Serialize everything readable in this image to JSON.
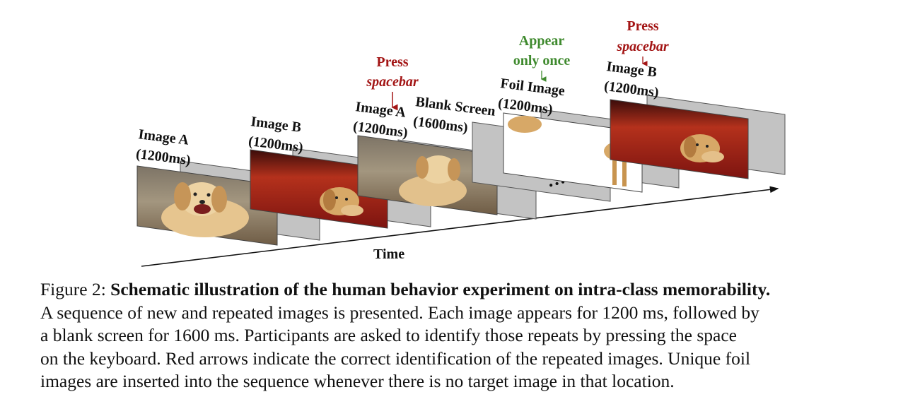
{
  "figure": {
    "colors": {
      "screen_gray": "#c3c3c3",
      "press_red": "#a31515",
      "appear_green": "#3f8a2e",
      "dog_fur": "#d8b27a",
      "red_background": "#8a1b14"
    },
    "labels": {
      "image_a_1": {
        "line1": "Image A",
        "line2": "(1200ms)"
      },
      "image_b_1": {
        "line1": "Image B",
        "line2": "(1200ms)"
      },
      "image_a_2": {
        "line1": "Image A",
        "line2": "(1200ms)"
      },
      "blank_screen": {
        "line1": "Blank Screen",
        "line2": "(1600ms)"
      },
      "foil_image": {
        "line1": "Foil Image",
        "line2": "(1200ms)"
      },
      "image_b_2": {
        "line1": "Image B",
        "line2": "(1200ms)"
      }
    },
    "press_spacebar_1": {
      "line1": "Press",
      "line2": "spacebar"
    },
    "appear_only_once": {
      "line1": "Appear",
      "line2": "only once"
    },
    "press_spacebar_2": {
      "line1": "Press",
      "line2": "spacebar"
    },
    "ellipsis": "…",
    "time_label": "Time"
  },
  "caption": {
    "figure_label": "Figure 2: ",
    "title": "Schematic illustration of the human behavior experiment on intra-class memorability.",
    "lines": [
      "A sequence of new and repeated images is presented. Each image appears for 1200 ms, followed by",
      "a blank screen for 1600 ms. Participants are asked to identify those repeats by pressing the space",
      "on the keyboard. Red arrows indicate the correct identification of the repeated images. Unique foil",
      "images are inserted into the sequence whenever there is no target image in that location."
    ]
  }
}
